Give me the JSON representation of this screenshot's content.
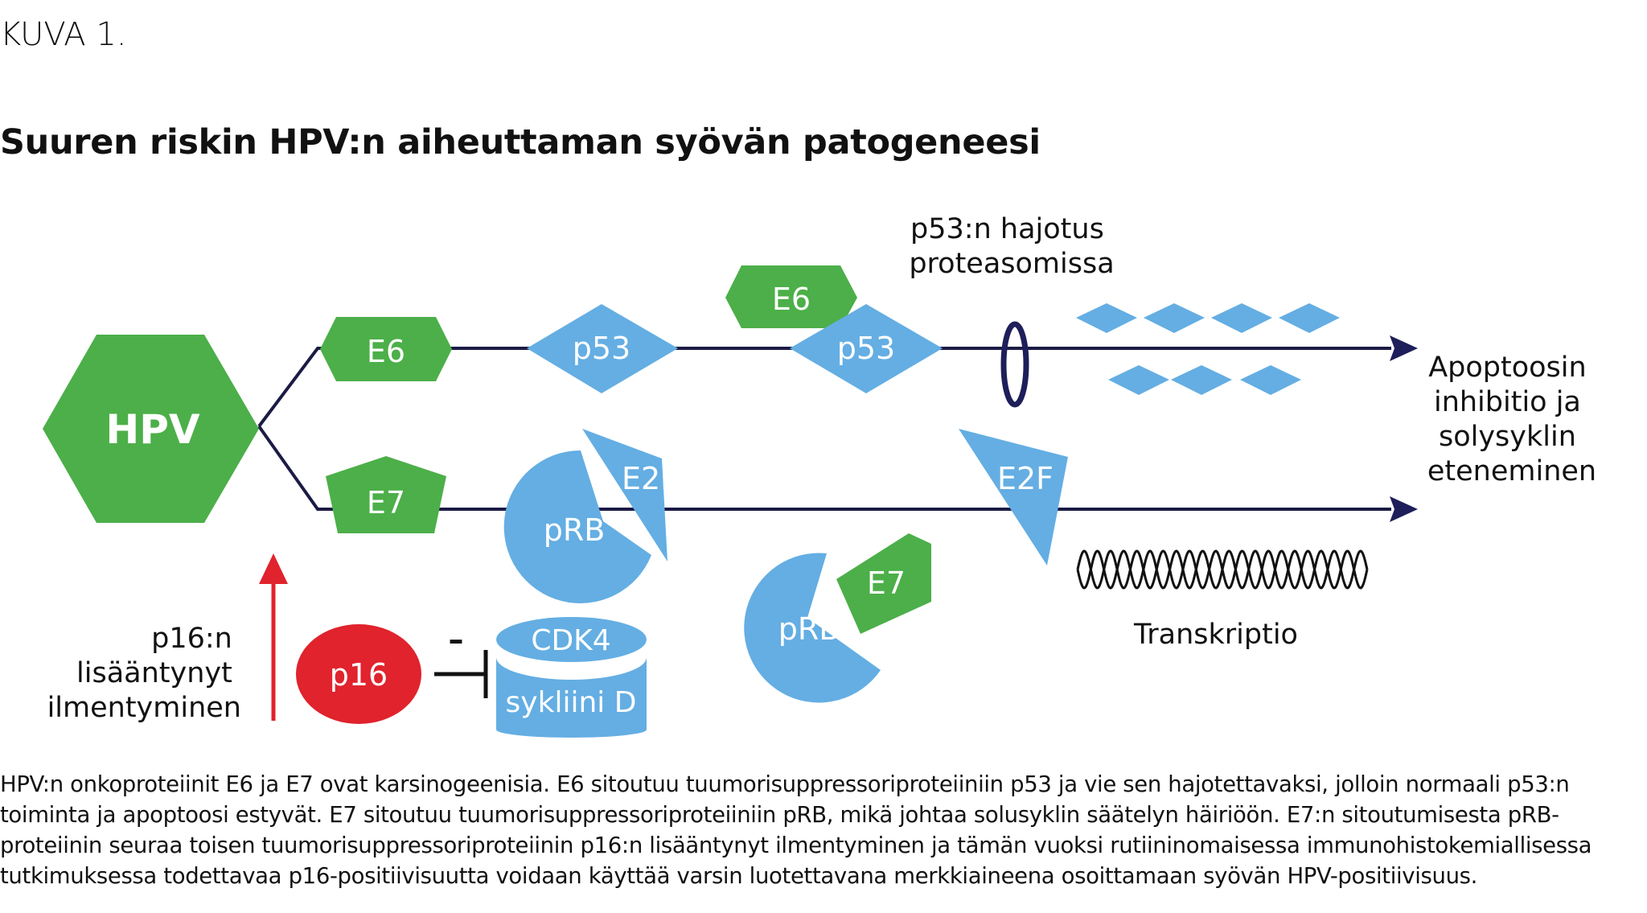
{
  "figure_label": "KUVA 1.",
  "title": "Suuren riskin HPV:n aiheuttaman syövän patogeneesi",
  "colors": {
    "green": "#4caf49",
    "blue": "#64aee3",
    "red": "#e0232d",
    "navy": "#1e1e5a",
    "line": "#1b1b45"
  },
  "diagram": {
    "hpv": "HPV",
    "e6": "E6",
    "e7": "E7",
    "p53": "p53",
    "prb": "pRB",
    "e2f": "E2F",
    "p16": "p16",
    "cdk4": "CDK4",
    "cyclin_d": "sykliini D",
    "degradation": [
      "p53:n hajotus",
      "proteasomissa"
    ],
    "outcome": [
      "Apoptoosin",
      "inhibitio ja",
      "solysyklin",
      "eteneminen"
    ],
    "transcription": "Transkriptio",
    "p16_expression": [
      "p16:n",
      "lisääntynyt",
      "ilmentyminen"
    ],
    "inhibit_symbol": "–"
  },
  "caption": "HPV:n onkoproteiinit E6 ja E7 ovat karsinogeenisia. E6 sitoutuu tuumorisuppressoriproteiiniin p53 ja vie sen hajotettavaksi, jolloin normaali p53:n toiminta ja apoptoosi estyvät. E7 sitoutuu tuumorisuppressoriproteiiniin pRB, mikä johtaa solusyklin säätelyn häiriöön. E7:n sitoutumisesta pRB-proteiinin seuraa toisen tuumorisuppressoriproteiinin p16:n lisääntynyt ilmentyminen ja tämän vuoksi rutiininomaisessa immunohistokemiallisessa tutkimuksessa todettavaa p16-positiivisuutta voidaan käyttää varsin luotettavana merkkiaineena osoittamaan syövän HPV-positiivisuus."
}
